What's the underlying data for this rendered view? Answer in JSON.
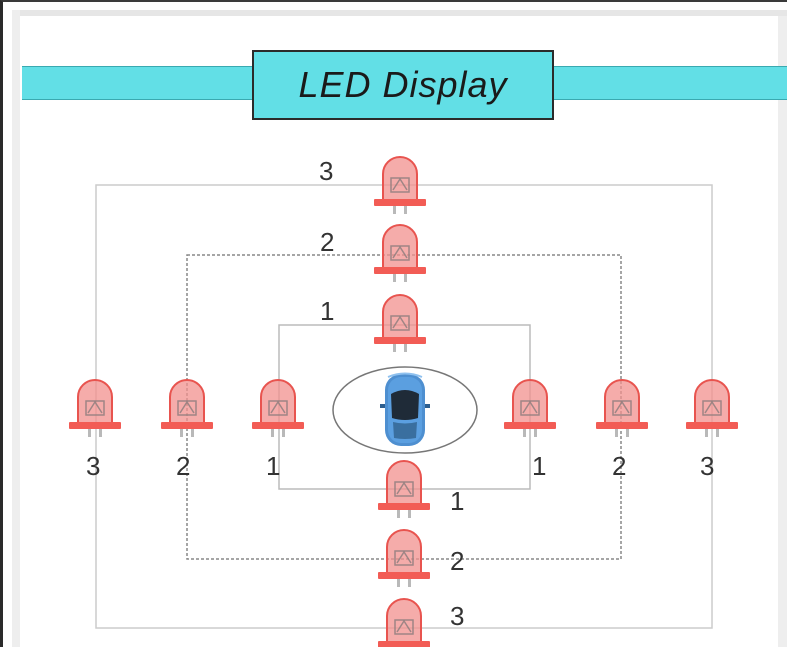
{
  "title": "LED Display",
  "colors": {
    "banner": "#62dfe6",
    "led_body": "#f2908e",
    "led_outline": "#e8544f",
    "led_base": "#f25c55",
    "car_body": "#4e8fd0",
    "ring_border": "#777777"
  },
  "icons": {
    "led": "led-icon",
    "car": "car-icon"
  },
  "leds": {
    "top_3": "3",
    "top_2": "2",
    "top_1": "1",
    "left_3": "3",
    "left_2": "2",
    "left_1": "1",
    "right_1": "1",
    "right_2": "2",
    "right_3": "3",
    "bottom_1": "1",
    "bottom_2": "2",
    "bottom_3": "3"
  }
}
